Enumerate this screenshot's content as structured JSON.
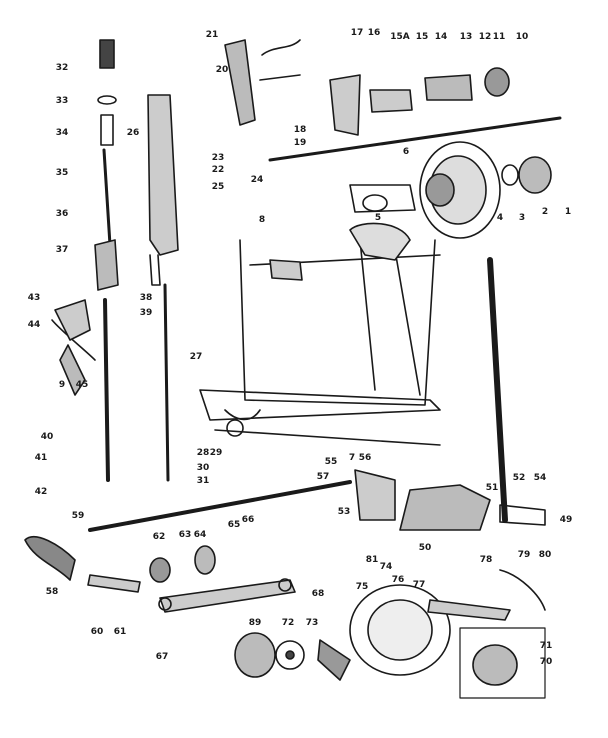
{
  "diagram": {
    "part_numbers": [
      "1",
      "2",
      "3",
      "4",
      "5",
      "6",
      "7",
      "8",
      "9",
      "10",
      "11",
      "12",
      "13",
      "14",
      "15",
      "15A",
      "16",
      "17",
      "18",
      "19",
      "20",
      "21",
      "22",
      "23",
      "24",
      "25",
      "26",
      "27",
      "28",
      "29",
      "30",
      "31",
      "32",
      "33",
      "34",
      "35",
      "36",
      "37",
      "38",
      "39",
      "40",
      "41",
      "42",
      "43",
      "44",
      "45",
      "49",
      "50",
      "51",
      "52",
      "53",
      "54",
      "55",
      "56",
      "57",
      "58",
      "59",
      "60",
      "61",
      "62",
      "63",
      "64",
      "65",
      "66",
      "67",
      "68",
      "70",
      "71",
      "72",
      "73",
      "74",
      "75",
      "76",
      "77",
      "78",
      "79",
      "80",
      "81",
      "89"
    ],
    "ink_color": "#1a1a1a"
  }
}
